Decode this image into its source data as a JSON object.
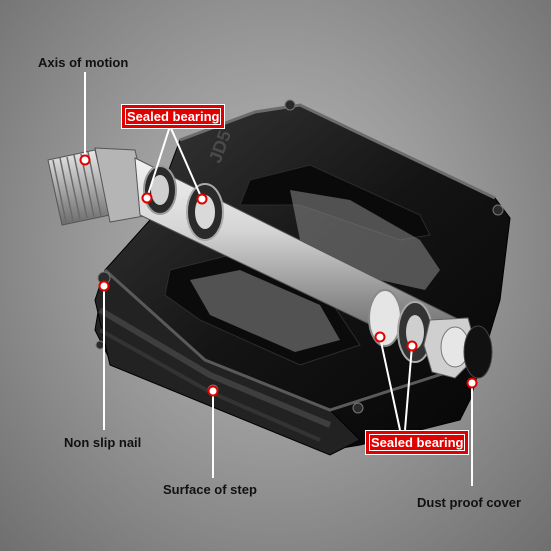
{
  "labels": {
    "axis": "Axis of motion",
    "sealed_top": "Sealed bearing",
    "sealed_bottom": "Sealed bearing",
    "nail": "Non slip nail",
    "surface": "Surface of step",
    "cover": "Dust proof cover"
  },
  "colors": {
    "callout": "#e00000",
    "leader": "#ffffff",
    "pedal_body": "#1a1a1a",
    "axle": "#c9c9c9"
  },
  "engraving": "JD5"
}
